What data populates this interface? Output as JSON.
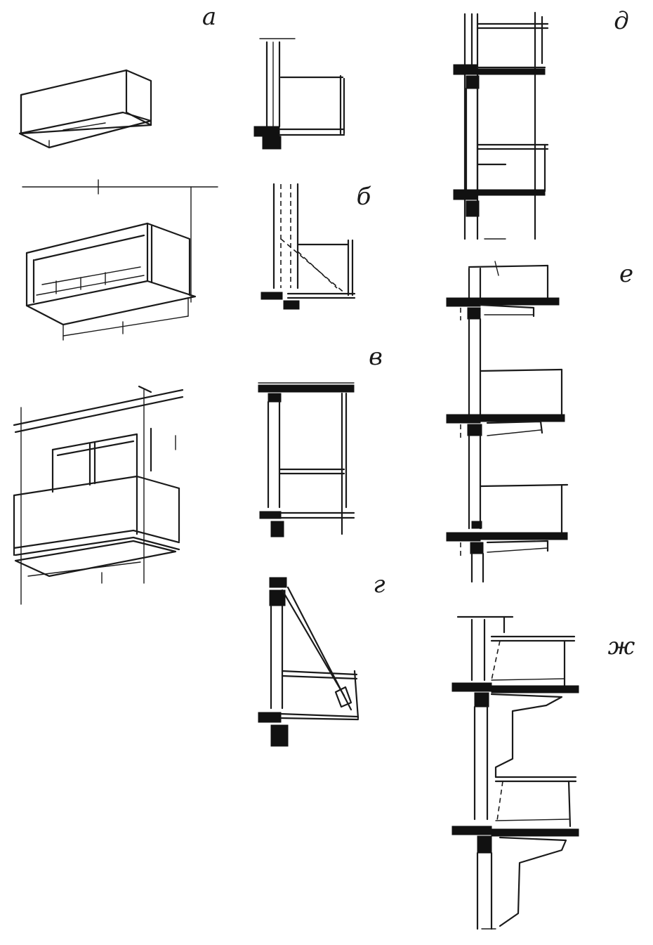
{
  "labels": {
    "a": "а",
    "b": "б",
    "v": "в",
    "g": "г",
    "d": "д",
    "e": "е",
    "zh": "ж"
  },
  "colors": {
    "ink": "#1a1a1a",
    "paper": "#ffffff",
    "slab": "#111111"
  }
}
